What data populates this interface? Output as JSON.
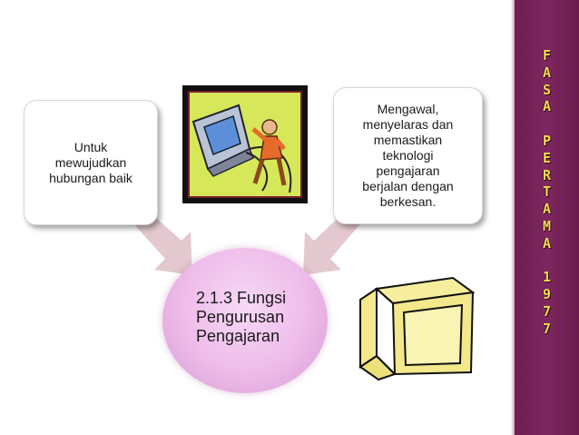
{
  "side_title": {
    "letters": [
      "F",
      "A",
      "S",
      "A",
      "",
      "P",
      "E",
      "R",
      "T",
      "A",
      "M",
      "A",
      "",
      "1",
      "9",
      "7",
      "7"
    ],
    "color": "#f6dc4a"
  },
  "center": {
    "text": "2.1.3 Fungsi\nPengurusan\nPengajaran"
  },
  "left_box": {
    "text": "Untuk\nmewujudkan\nhubungan baik"
  },
  "right_box": {
    "text": "Mengawal,\nmenyelaras dan\nmemastikan\nteknologi\npengajaran\nberjalan dengan\nberkesan."
  },
  "colors": {
    "sidebar": "#7e2660",
    "arrow": "#e3c9cf",
    "center": "#eebbe9",
    "clipart_bg": "#d6e85a"
  },
  "icons": [
    "computer-user-clipart-icon",
    "monitor-icon"
  ]
}
